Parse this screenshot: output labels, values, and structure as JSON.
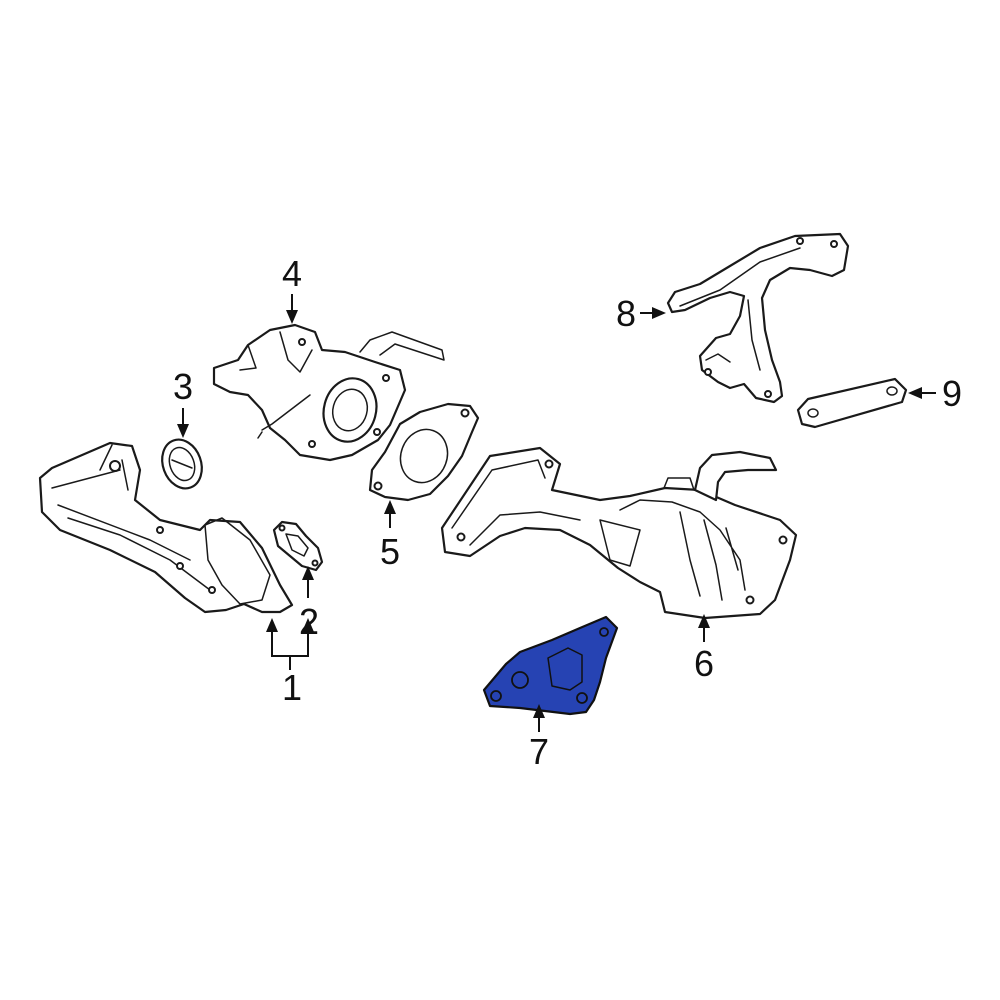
{
  "highlight_color": "#2643b3",
  "callouts": [
    {
      "id": "1",
      "label": "1"
    },
    {
      "id": "2",
      "label": "2"
    },
    {
      "id": "3",
      "label": "3"
    },
    {
      "id": "4",
      "label": "4"
    },
    {
      "id": "5",
      "label": "5"
    },
    {
      "id": "6",
      "label": "6"
    },
    {
      "id": "7",
      "label": "7"
    },
    {
      "id": "8",
      "label": "8"
    },
    {
      "id": "9",
      "label": "9"
    }
  ],
  "highlighted_callout": "7"
}
